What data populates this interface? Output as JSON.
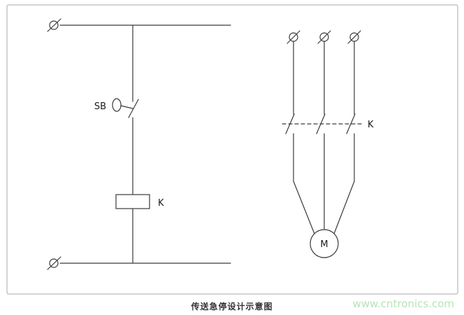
{
  "labels": {
    "pushbutton": "SB",
    "coil": "K",
    "contact_group": "K",
    "motor": "M"
  },
  "caption": "传送急停设计示意图",
  "watermark": "www.cntronics.com",
  "colors": {
    "line-color": "#3a3a3a",
    "border-color": "#a9a9a9",
    "watermark-color": "#b7e3b7",
    "caption-color": "#333333"
  }
}
